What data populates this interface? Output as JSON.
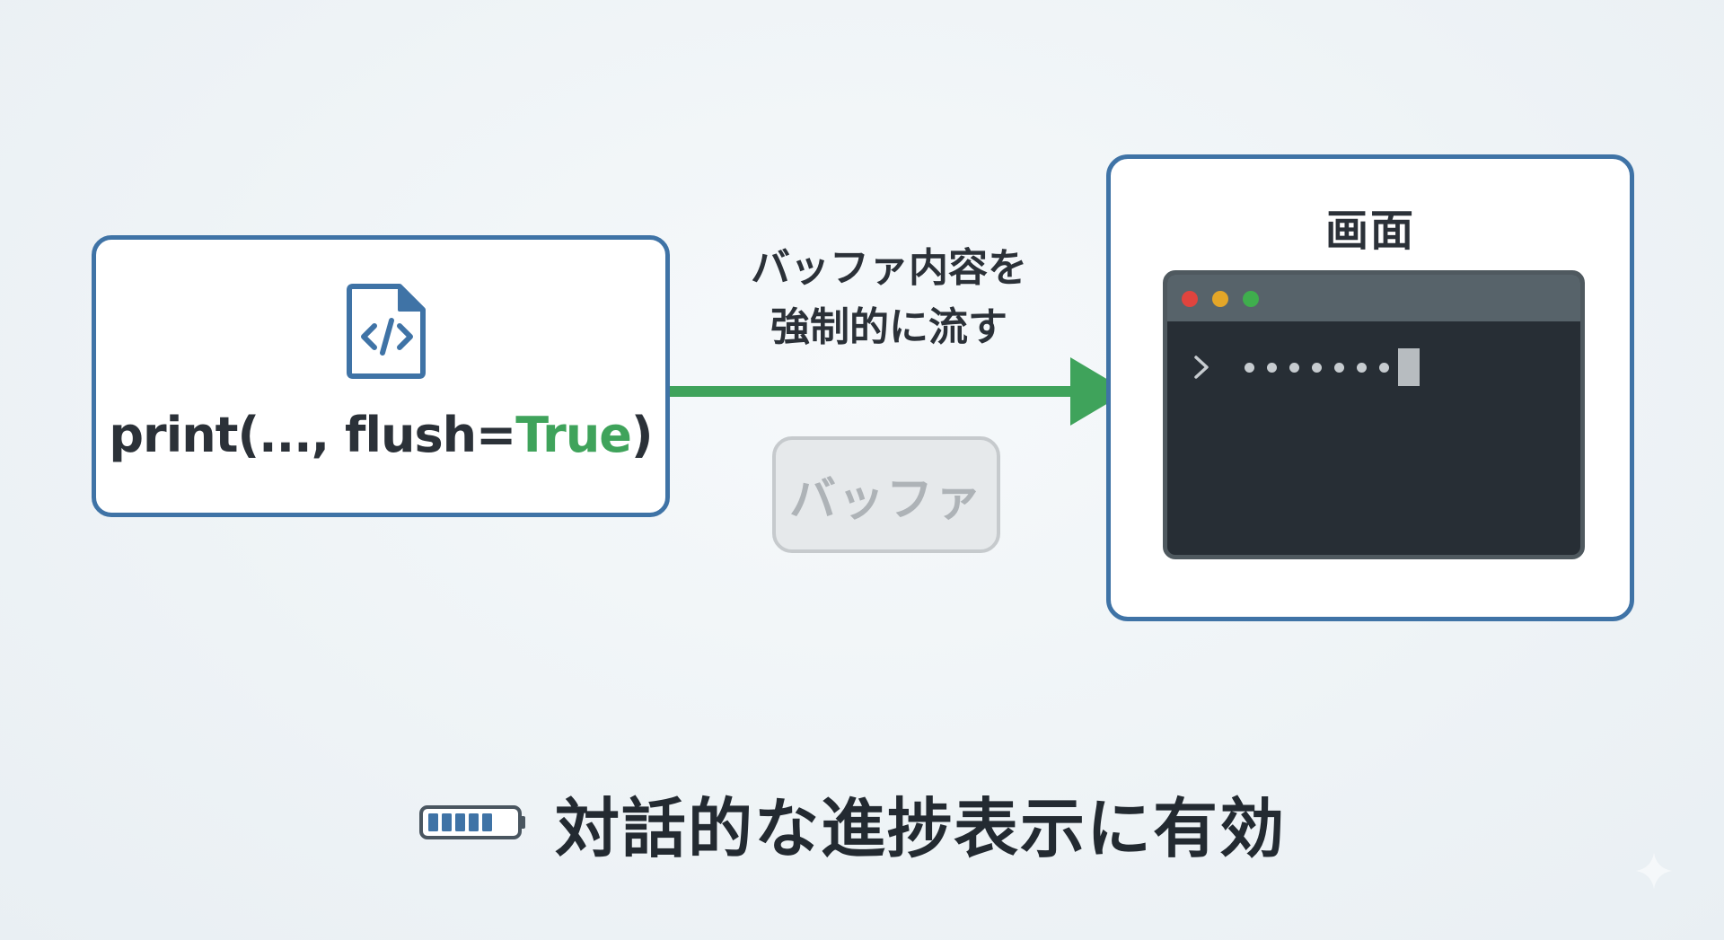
{
  "code_box": {
    "code_prefix": "print(..., flush=",
    "code_keyword": "True",
    "code_suffix": ")",
    "icon": "code-file-icon"
  },
  "arrow": {
    "label_line1": "バッファ内容を",
    "label_line2": "強制的に流す",
    "color": "#3fa35b"
  },
  "buffer": {
    "label": "バッファ"
  },
  "screen": {
    "title": "画面",
    "terminal_prompt_icon": "chevron-right-icon",
    "progress_dots": 7
  },
  "bottom_note": {
    "text": "対話的な進捗表示に有効",
    "icon": "progress-bar-icon"
  },
  "colors": {
    "accent_border": "#3f73a6",
    "keyword_green": "#3fa35b",
    "terminal_bg": "#272e35"
  }
}
